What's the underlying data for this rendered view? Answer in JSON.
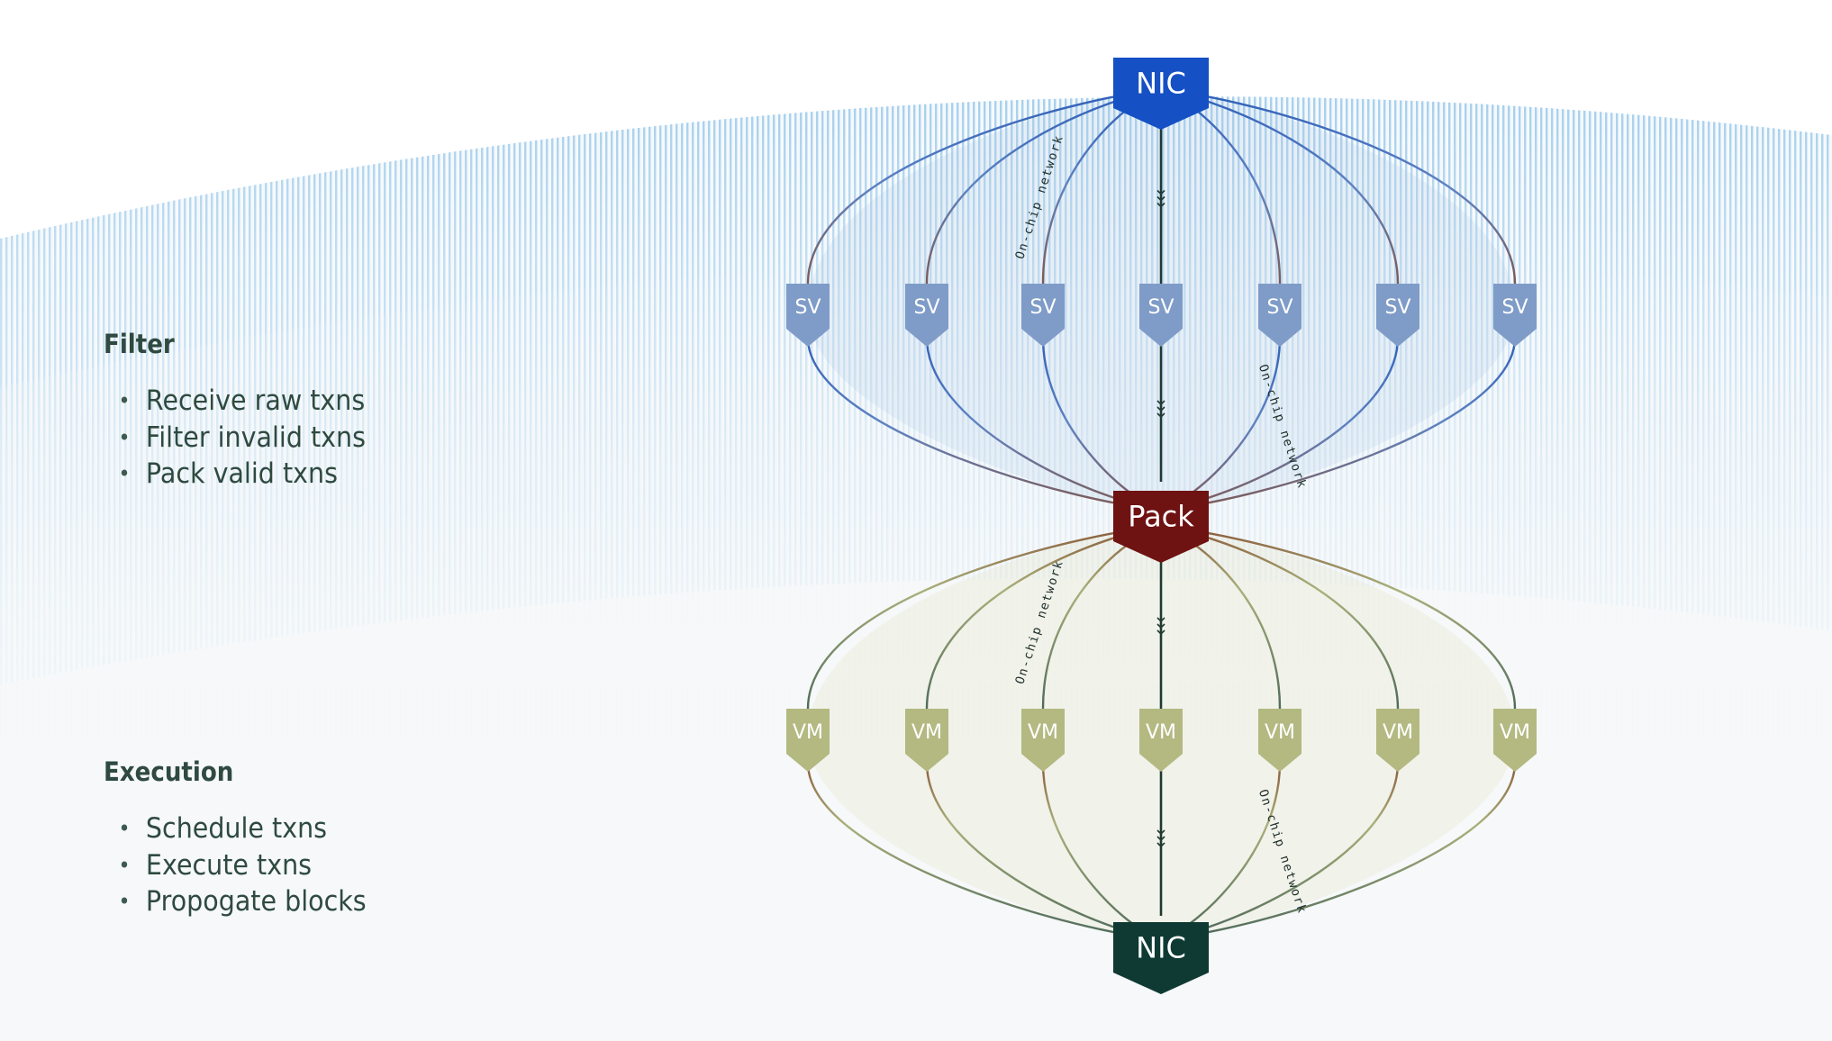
{
  "colors": {
    "nic_top": "#1550c4",
    "sv_node": "#7f9cc8",
    "pack": "#6e1212",
    "vm_node": "#b3b981",
    "nic_bottom": "#0e3a33",
    "sv_edge": "#4a6fb0",
    "vm_edge": "#a9b07a",
    "spine": "#1f3a32",
    "text": "#2f4a40"
  },
  "sections": {
    "filter": {
      "title": "Filter",
      "items": [
        "Receive raw txns",
        "Filter invalid txns",
        "Pack valid txns"
      ]
    },
    "execution": {
      "title": "Execution",
      "items": [
        "Schedule txns",
        "Execute txns",
        "Propogate blocks"
      ]
    }
  },
  "diagram": {
    "nic_top_label": "NIC",
    "pack_label": "Pack",
    "nic_bottom_label": "NIC",
    "sv_labels": [
      "SV",
      "SV",
      "SV",
      "SV",
      "SV",
      "SV",
      "SV"
    ],
    "vm_labels": [
      "VM",
      "VM",
      "VM",
      "VM",
      "VM",
      "VM",
      "VM"
    ],
    "network_labels": [
      "On-chip network",
      "On-chip network",
      "On-chip network",
      "On-chip network"
    ]
  }
}
